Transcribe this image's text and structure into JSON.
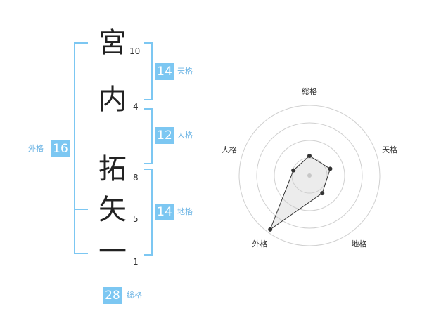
{
  "name_chars": [
    "宮",
    "内",
    "拓",
    "矢",
    "一"
  ],
  "strokes": [
    "10",
    "4",
    "8",
    "5",
    "1"
  ],
  "kaku": {
    "tenkaku": {
      "label": "天格",
      "value": "14"
    },
    "jinkaku": {
      "label": "人格",
      "value": "12"
    },
    "chikaku": {
      "label": "地格",
      "value": "14"
    },
    "gaikaku": {
      "label": "外格",
      "value": "16"
    },
    "soukaku": {
      "label": "総格",
      "value": "28"
    }
  },
  "colors": {
    "accent": "#7cc7f2",
    "label": "#6cb4e4"
  },
  "chart_data": {
    "type": "radar",
    "axes": [
      "総格",
      "天格",
      "地格",
      "外格",
      "人格"
    ],
    "values": [
      0.28,
      0.31,
      0.31,
      0.95,
      0.24
    ],
    "rings": 4,
    "max": 1
  }
}
